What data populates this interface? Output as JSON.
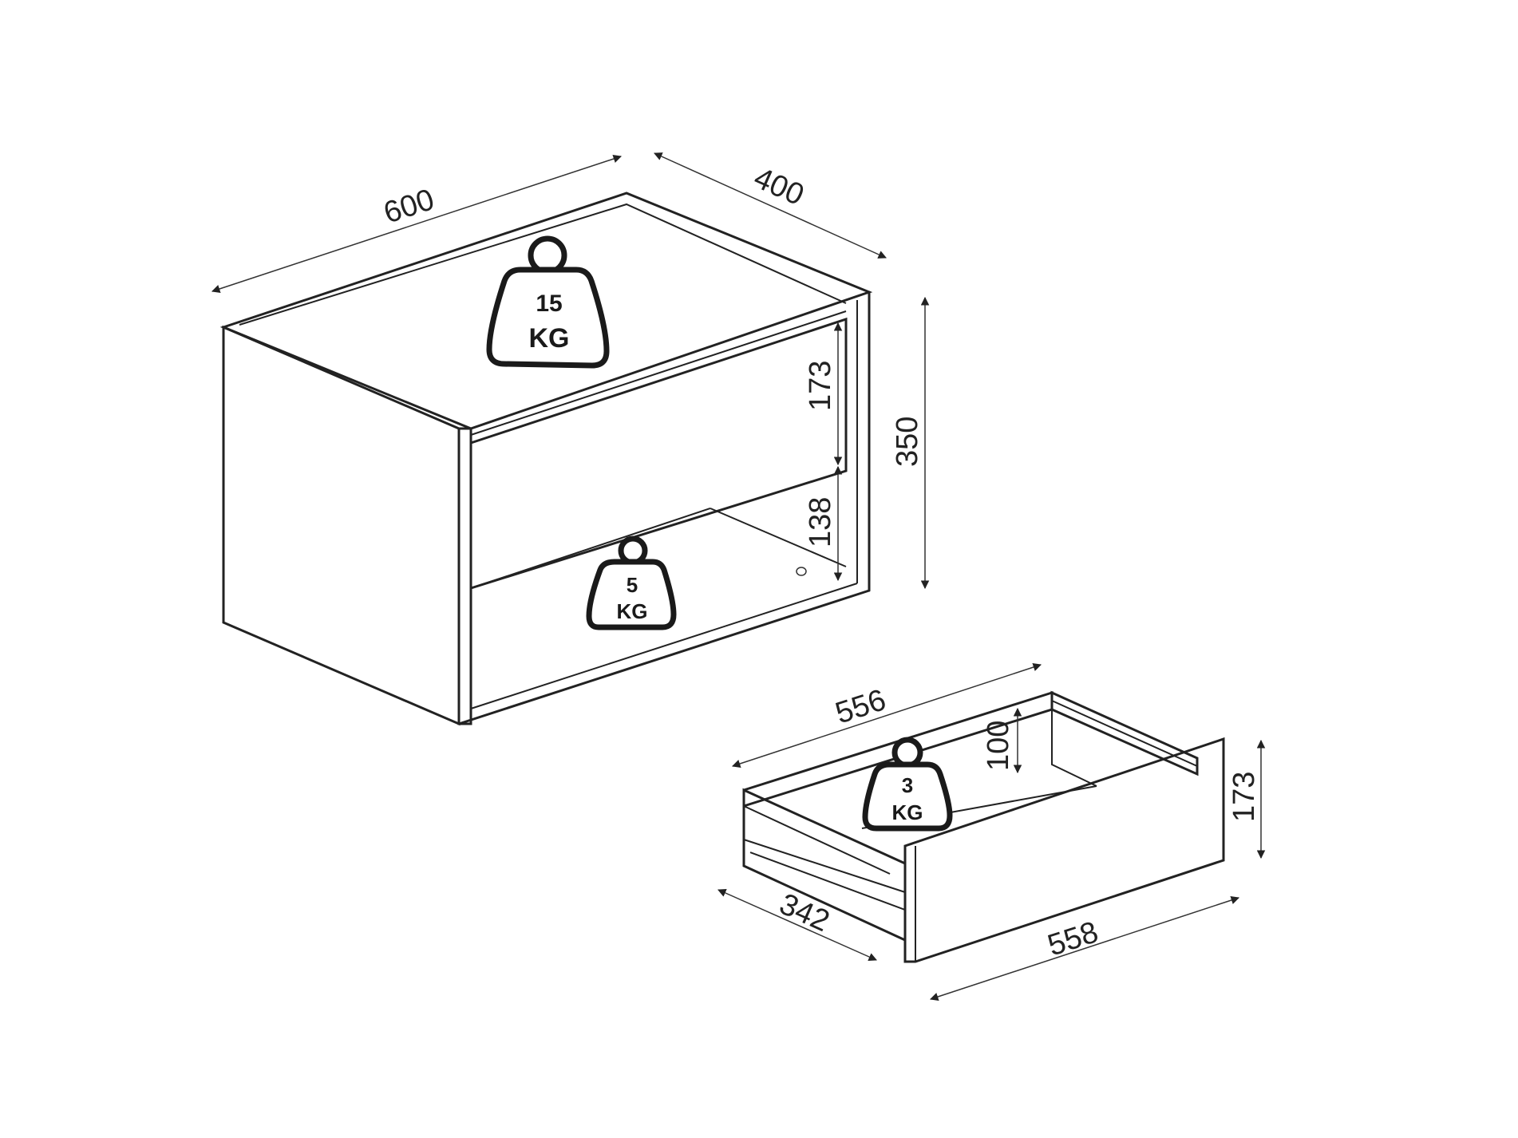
{
  "cabinet": {
    "width": "600",
    "depth": "400",
    "height": "350",
    "drawer_opening": "173",
    "shelf_opening": "138",
    "top_load": {
      "value": "15",
      "unit": "KG"
    },
    "shelf_load": {
      "value": "5",
      "unit": "KG"
    }
  },
  "drawer": {
    "inner_width": "556",
    "inner_height": "100",
    "front_height": "173",
    "depth": "342",
    "front_width": "558",
    "load": {
      "value": "3",
      "unit": "KG"
    }
  },
  "colors": {
    "line": "#222222",
    "background": "#ffffff"
  }
}
